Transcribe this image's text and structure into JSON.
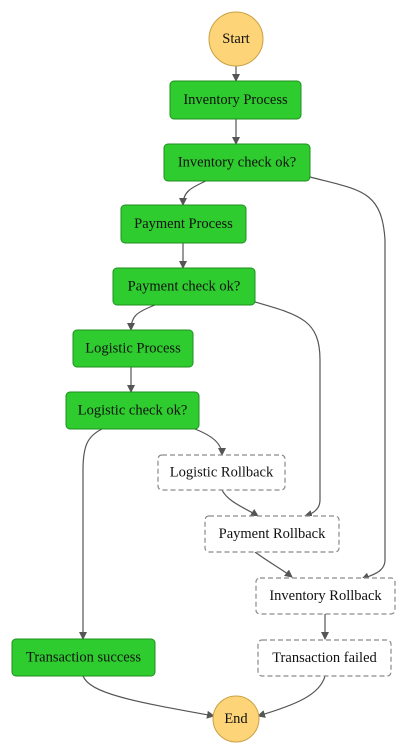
{
  "diagram": {
    "start": "Start",
    "end": "End",
    "inventory_process": "Inventory Process",
    "inventory_check": "Inventory check ok?",
    "payment_process": "Payment Process",
    "payment_check": "Payment check ok?",
    "logistic_process": "Logistic Process",
    "logistic_check": "Logistic check ok?",
    "logistic_rollback": "Logistic Rollback",
    "payment_rollback": "Payment Rollback",
    "inventory_rollback": "Inventory Rollback",
    "transaction_success": "Transaction success",
    "transaction_failed": "Transaction failed"
  },
  "colors": {
    "success_fill": "#2ecc2e",
    "terminal_fill": "#fdd477",
    "rollback_border": "#8a8a8a",
    "edge": "#555555"
  }
}
